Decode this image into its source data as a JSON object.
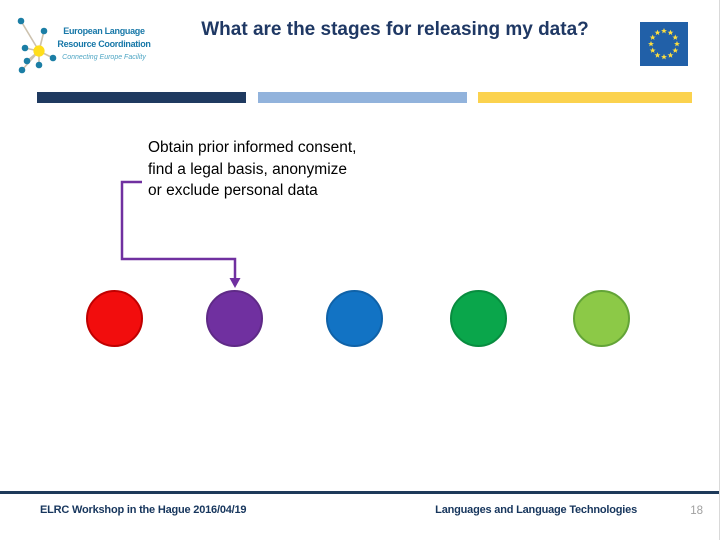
{
  "header": {
    "logo": {
      "icon": "elrc-network-icon",
      "name_line1": "European Language",
      "name_line2": "Resource Coordination",
      "tagline": "Connecting Europe Facility"
    },
    "title": "What are the stages for releasing my data?",
    "eu_flag_icon": "eu-flag-icon"
  },
  "accent_bars": [
    {
      "name": "navy-bar",
      "color": "#1F3A60"
    },
    {
      "name": "light-blue-bar",
      "color": "#92B3DC"
    },
    {
      "name": "yellow-bar",
      "color": "#FBD24E"
    }
  ],
  "callout": {
    "lines": [
      "Obtain prior informed consent,",
      "find a legal basis, anonymize",
      "or exclude personal data"
    ],
    "connector_color": "#7030A0"
  },
  "stages": [
    {
      "name": "red-circle",
      "fill": "#F20D0D",
      "border": "#C00000"
    },
    {
      "name": "purple-circle",
      "fill": "#7030A0",
      "border": "#5F2A87"
    },
    {
      "name": "blue-circle",
      "fill": "#1273C4",
      "border": "#0F62A8"
    },
    {
      "name": "green-circle",
      "fill": "#0AA64B",
      "border": "#088C3F"
    },
    {
      "name": "light-green-circle",
      "fill": "#8CC947",
      "border": "#63A437"
    }
  ],
  "footer": {
    "left": "ELRC Workshop in the Hague 2016/04/19",
    "right": "Languages and Language Technologies",
    "page_number": "18",
    "rule_color": "#1E3A5A"
  },
  "colors": {
    "title_navy": "#1F3864",
    "logo_text_blue": "#1878A8",
    "logo_tagline_blue": "#4FA6C4",
    "logo_center_yellow": "#FFDE1A",
    "logo_node_teal": "#1B7EA5",
    "logo_line_tan": "#CDC2AE",
    "eu_flag_blue": "#2160A8",
    "eu_flag_star_yellow": "#FFDF3E",
    "page_number_gray": "#A0A0A0"
  }
}
